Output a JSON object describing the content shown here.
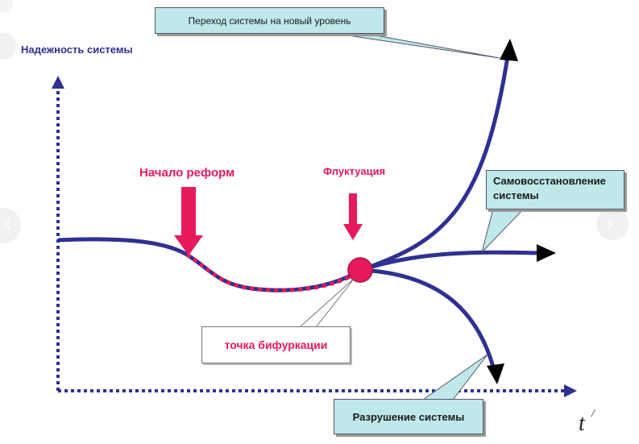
{
  "labels": {
    "y_axis": "Надежность системы",
    "t_axis": "t",
    "t_prime": "/",
    "reform_start": "Начало реформ",
    "fluctuation": "Флуктуация",
    "bifurcation_point": "точка бифуркации",
    "new_level": "Переход системы на новый уровень",
    "self_recovery_line1": "Самовосстановление",
    "self_recovery_line2": "системы",
    "destruction": "Разрушение системы"
  },
  "colors": {
    "curve": "#2e3192",
    "accent": "#e6195b",
    "callout_fill": "#bfe8ea"
  }
}
